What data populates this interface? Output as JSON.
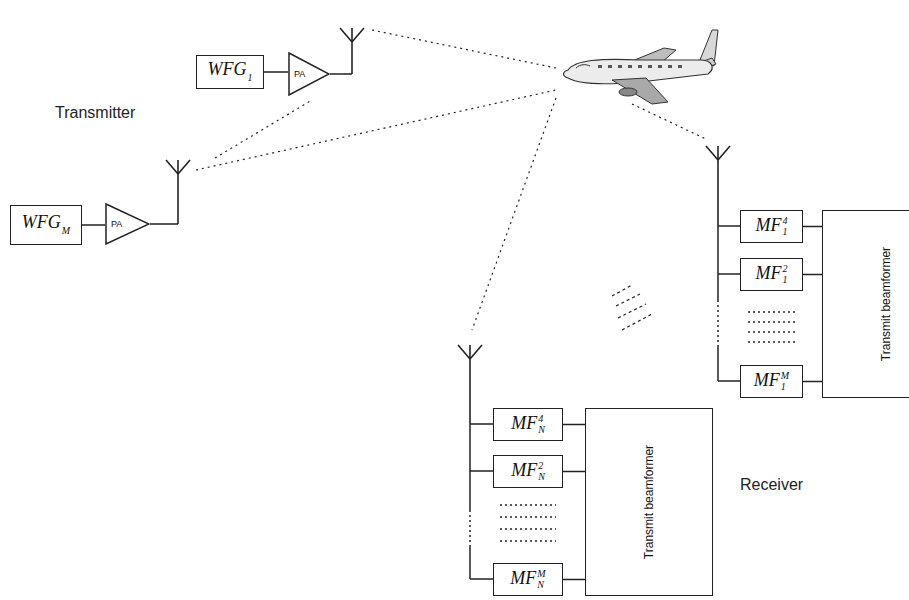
{
  "diagram": {
    "nodes": [
      {
        "text": [
          "WFG",
          "1"
        ]
      },
      {
        "text": [
          "PA"
        ]
      },
      {
        "text": [
          "WFG",
          "M"
        ]
      },
      {
        "text": [
          "PA"
        ]
      },
      {
        "text": [
          "MF",
          "4",
          "1"
        ]
      },
      {
        "text": [
          "MF",
          "2",
          "1"
        ]
      },
      {
        "text": [
          "MF",
          "M",
          "1"
        ]
      },
      {
        "text": [
          "Transmit beamformer"
        ]
      },
      {
        "text": [
          "MF",
          "4",
          "N"
        ]
      },
      {
        "text": [
          "MF",
          "2",
          "N"
        ]
      },
      {
        "text": [
          "MF",
          "M",
          "N"
        ]
      },
      {
        "text": [
          "Transmit beamformer"
        ]
      }
    ],
    "edges": [
      {
        "from": 0,
        "to": 1,
        "arrow": "none"
      },
      {
        "from": 2,
        "to": 3,
        "arrow": "none"
      },
      {
        "from": 4,
        "to": 7,
        "arrow": "none"
      },
      {
        "from": 5,
        "to": 7,
        "arrow": "none"
      },
      {
        "from": 6,
        "to": 7,
        "arrow": "none"
      },
      {
        "from": 8,
        "to": 11,
        "arrow": "none"
      },
      {
        "from": 9,
        "to": 11,
        "arrow": "none"
      },
      {
        "from": 10,
        "to": 11,
        "arrow": "none"
      }
    ],
    "labels": [
      "Transmitter",
      "Receiver"
    ]
  }
}
